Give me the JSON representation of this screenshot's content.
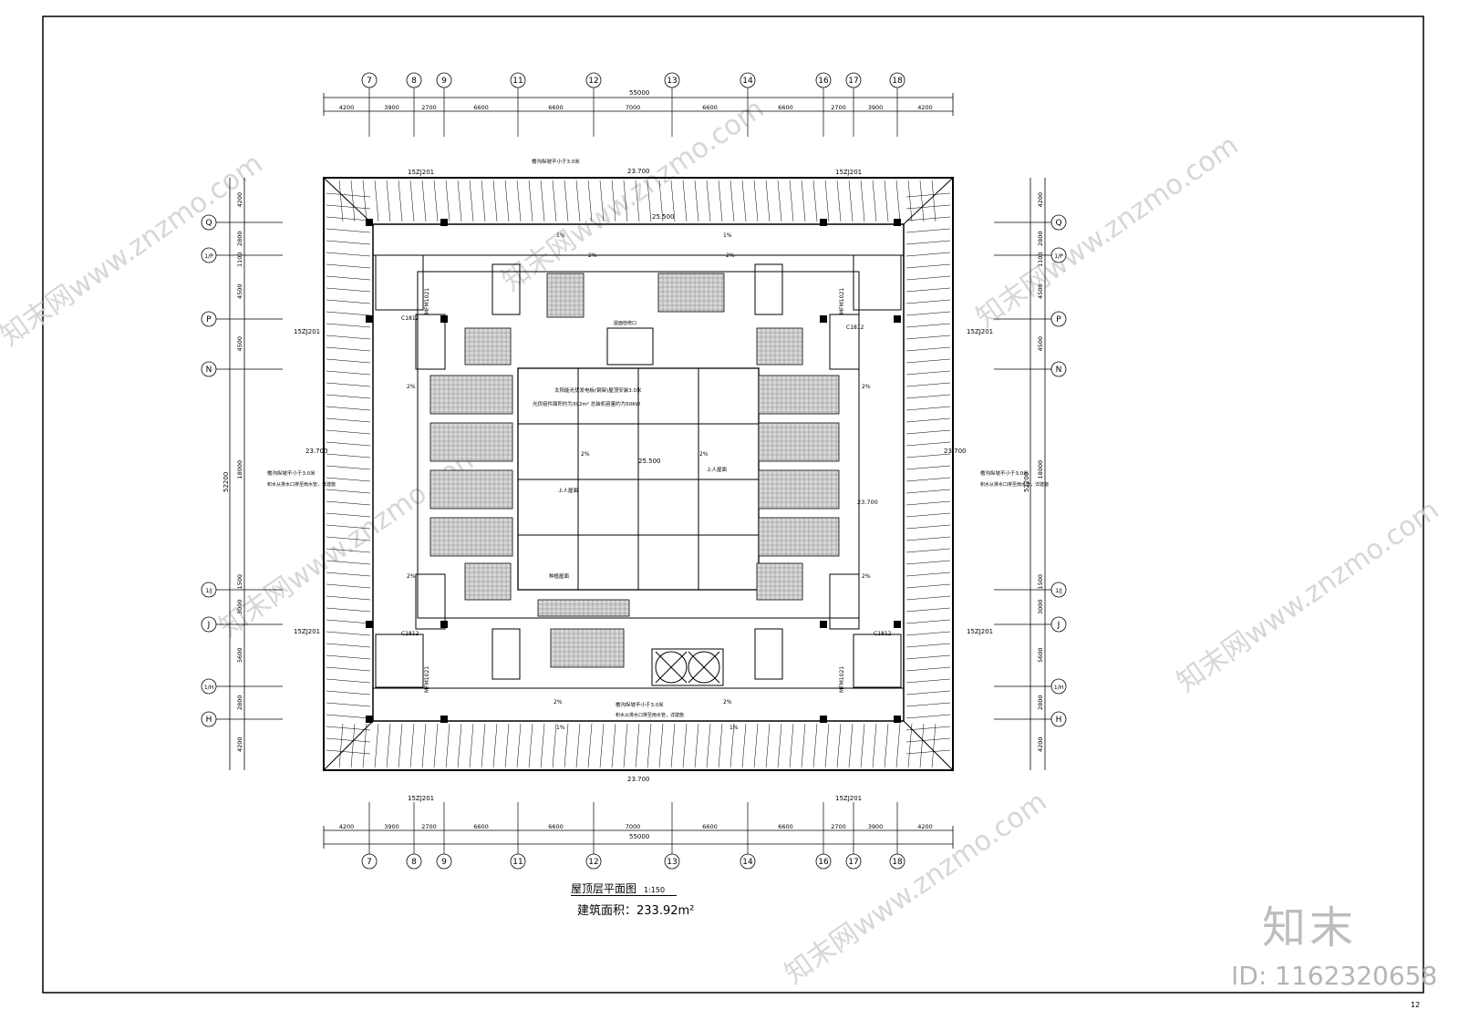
{
  "drawing": {
    "title": "屋顶层平面图",
    "scale": "1:150",
    "area_label": "建筑面积：233.92m²",
    "brand": "知末",
    "image_id": "ID: 1162320658",
    "page_mark": "12"
  },
  "axes_top": [
    "7",
    "8",
    "9",
    "11",
    "12",
    "13",
    "14",
    "16",
    "17",
    "18"
  ],
  "dims_top": [
    "4200",
    "3900",
    "2700",
    "6600",
    "6600",
    "7000",
    "6600",
    "6600",
    "2700",
    "3900",
    "4200"
  ],
  "dims_total_h": "55000",
  "axes_left": [
    "Q",
    "1/P",
    "P",
    "N",
    "1/J",
    "J",
    "1/H",
    "H"
  ],
  "dims_left_outer": "52200",
  "dims_left": [
    "4200",
    "2800",
    "1100",
    "4500",
    "4500",
    "18000",
    "1500",
    "3000",
    "5600",
    "2800",
    "4200"
  ],
  "dims_right": [
    "4200",
    "2800",
    "1100",
    "4500",
    "4500",
    "18000",
    "1500",
    "3000",
    "5600",
    "2800",
    "4200"
  ],
  "elevations": {
    "edge": "23.700",
    "center": "25.500",
    "top_inner": "25.500"
  },
  "slopes": {
    "pct1": "1%",
    "pct2": "2%"
  },
  "notes": {
    "pv_panel": "太阳能光伏发电板(钢架)屋顶安装3.0米",
    "pv_sub": "光伏组件面积约为302m²  总装机容量约为50KW",
    "drain": "檐沟纵坡不小于3.0米",
    "drain_sub": "积水从排水口排至雨水管，详建施",
    "ref": "15ZJ201",
    "door_tag": "MFM1021",
    "window_tag": "C1812",
    "skylight": "屋面检修口",
    "down_roof": "上人屋面",
    "roof_mat": "种植屋面"
  },
  "watermark": "知末网www.znzmo.com"
}
